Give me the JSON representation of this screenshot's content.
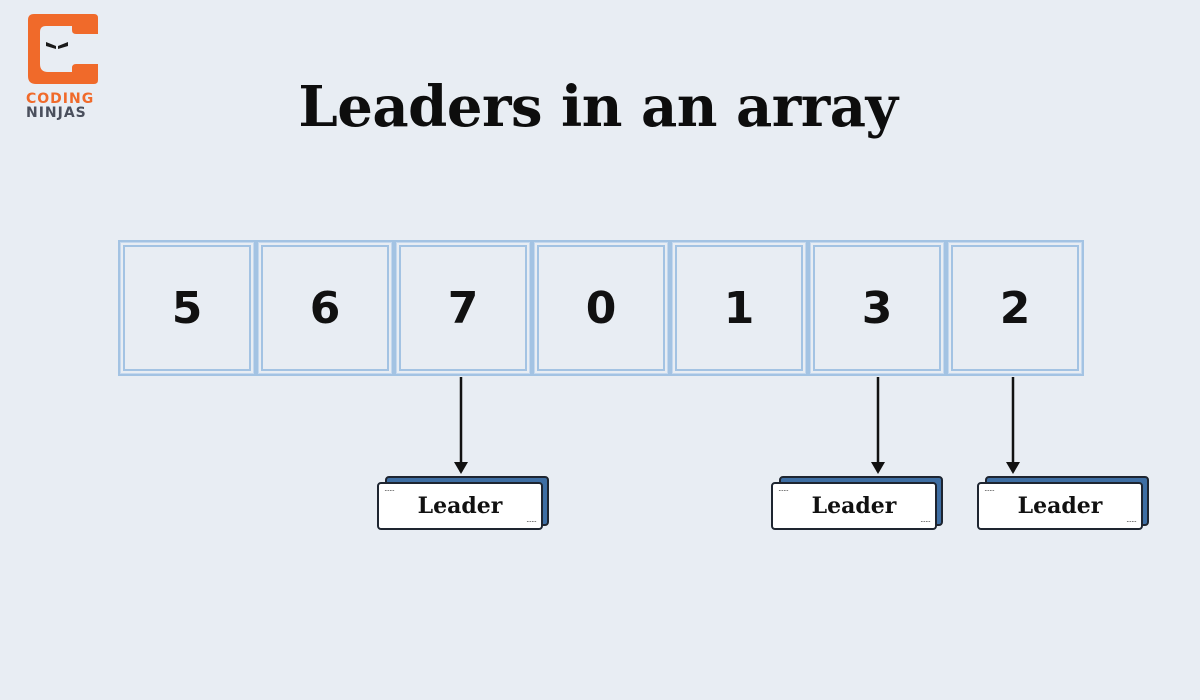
{
  "logo": {
    "line1": "CODING",
    "line2": "NINJAS",
    "tagline": "",
    "colors": {
      "orange": "#f06a2a",
      "dark": "#4a4f5c"
    }
  },
  "title": "Leaders in an array",
  "array": {
    "values": [
      "5",
      "6",
      "7",
      "0",
      "1",
      "3",
      "2"
    ],
    "leader_indices": [
      2,
      5,
      6
    ],
    "cell_border_color": "#a3c3e3"
  },
  "leaders": [
    {
      "label": "Leader",
      "points_to_value": "7"
    },
    {
      "label": "Leader",
      "points_to_value": "3"
    },
    {
      "label": "Leader",
      "points_to_value": "2"
    }
  ],
  "colors": {
    "background": "#e8edf3",
    "tag_back": "#3e6ea3",
    "text": "#111111"
  }
}
